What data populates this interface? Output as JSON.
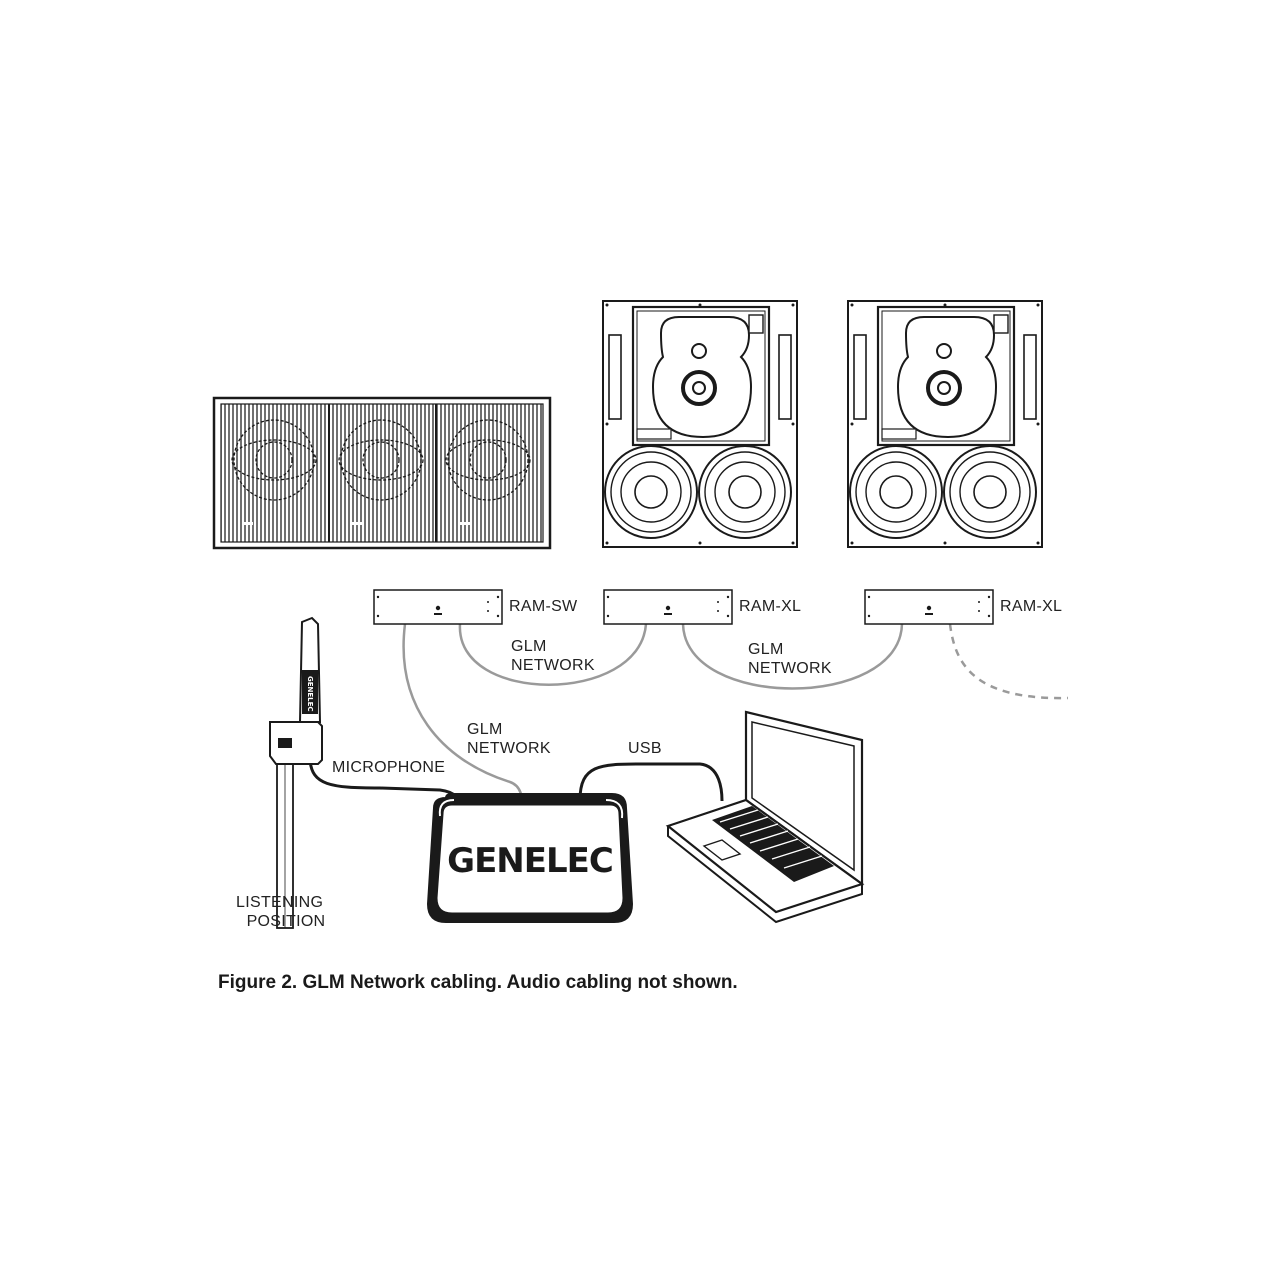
{
  "labels": {
    "ram_sw": "RAM-SW",
    "ram_xl_1": "RAM-XL",
    "ram_xl_2": "RAM-XL",
    "glm_network_1": [
      "GLM",
      "NETWORK"
    ],
    "glm_network_2": [
      "GLM",
      "NETWORK"
    ],
    "glm_network_3": [
      "GLM",
      "NETWORK"
    ],
    "usb": "USB",
    "microphone": "MICROPHONE",
    "listening_position": [
      "LISTENING",
      "POSITION"
    ]
  },
  "adapter_brand": "GENELEC",
  "mic_brand": "GENELEC",
  "caption": "Figure 2. GLM Network cabling. Audio cabling not shown.",
  "colors": {
    "line": "#1a1a1a",
    "cable": "#9a9a9a",
    "background": "#ffffff"
  }
}
